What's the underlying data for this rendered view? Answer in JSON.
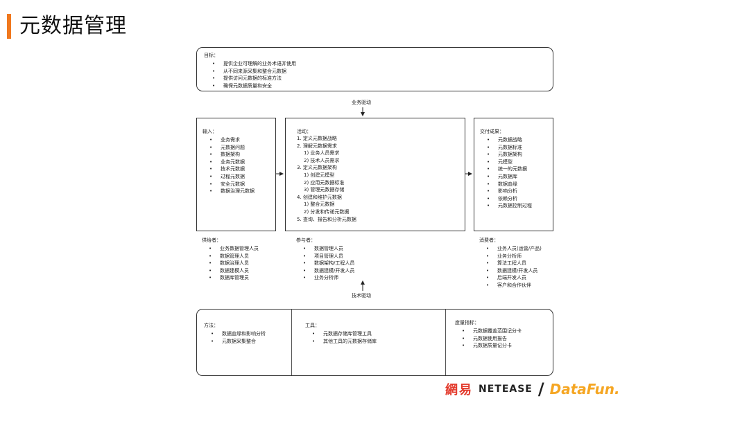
{
  "page_title": "元数据管理",
  "goals": {
    "heading": "目标：",
    "items": [
      "提供企业可理解的业务术语并使用",
      "从不同来源采集和整合元数据",
      "提供访问元数据的标准方法",
      "确保元数据质量和安全"
    ]
  },
  "business_driver": "业务驱动",
  "tech_driver": "技术驱动",
  "inputs": {
    "heading": "输入：",
    "items": [
      "业务需求",
      "元数据问题",
      "数据架构",
      "业务元数据",
      "技术元数据",
      "过程元数据",
      "安全元数据",
      "数据治理元数据"
    ]
  },
  "activities": {
    "heading": "活动：",
    "lines": [
      {
        "text": "1. 定义元数据战略",
        "sub": false
      },
      {
        "text": "2. 理解元数据需求",
        "sub": false
      },
      {
        "text": "1) 业务人员需求",
        "sub": true
      },
      {
        "text": "2) 技术人员需求",
        "sub": true
      },
      {
        "text": "3. 定义元数据架构",
        "sub": false
      },
      {
        "text": "1) 创建元模型",
        "sub": true
      },
      {
        "text": "2) 应用元数据标准",
        "sub": true
      },
      {
        "text": "3) 管理元数据存储",
        "sub": true
      },
      {
        "text": "4. 创建和维护元数据",
        "sub": false
      },
      {
        "text": "1) 整合元数据",
        "sub": true
      },
      {
        "text": "2) 分发和传递元数据",
        "sub": true
      },
      {
        "text": "5. 查询、报告和分析元数据",
        "sub": false
      }
    ]
  },
  "deliverables": {
    "heading": "交付成果：",
    "items": [
      "元数据战略",
      "元数据标准",
      "元数据架构",
      "元模型",
      "统一的元数据",
      "元数据库",
      "数据血缘",
      "影响分析",
      "依赖分析",
      "元数据控制过程"
    ]
  },
  "suppliers": {
    "heading": "供给者：",
    "items": [
      "业务数据管理人员",
      "数据管理人员",
      "数据治理人员",
      "数据建模人员",
      "数据库管理员"
    ]
  },
  "participants": {
    "heading": "参与者：",
    "items": [
      "数据管理人员",
      "项目管理人员",
      "数据架构/工程人员",
      "数据建模/开发人员",
      "业务分析师"
    ]
  },
  "consumers": {
    "heading": "消费者：",
    "items": [
      "业务人员(运营/产品)",
      "业务分析师",
      "算法工程人员",
      "数据建模/开发人员",
      "后端开发人员",
      "客户和合作伙伴"
    ]
  },
  "methods": {
    "heading": "方法：",
    "items": [
      "数据血缘和影响分析",
      "元数据采集整合"
    ]
  },
  "tools": {
    "heading": "工具：",
    "items": [
      "元数据存储库管理工具",
      "其他工具的元数据存储库"
    ]
  },
  "metrics": {
    "heading": "度量指标：",
    "items": [
      "元数据覆盖范围记分卡",
      "元数据使用报告",
      "元数据质量记分卡"
    ]
  },
  "logo": {
    "netease_cn": "網易",
    "netease_en": "NETEASE",
    "separator": "/",
    "datafun": "DataFun."
  },
  "colors": {
    "accent": "#f0781e",
    "netease_red": "#e33a2c",
    "datafun_orange": "#f5a623"
  }
}
